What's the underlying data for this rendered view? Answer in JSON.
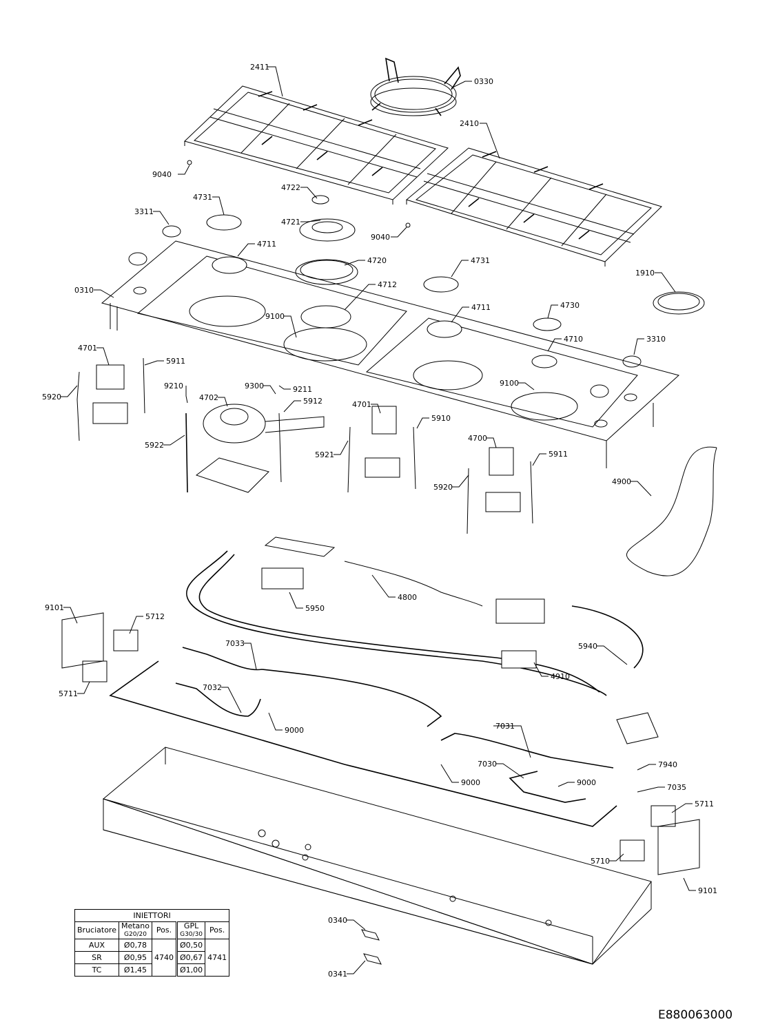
{
  "drawing_code": "E880063000",
  "part_labels": [
    "2411",
    "0330",
    "2410",
    "9040",
    "4722",
    "4731",
    "4721",
    "9040",
    "3311",
    "4711",
    "4720",
    "4731",
    "1910",
    "0310",
    "4712",
    "4730",
    "4711",
    "9100",
    "4710",
    "3310",
    "4701",
    "5911",
    "5920",
    "9210",
    "9300",
    "9211",
    "4702",
    "5912",
    "4701",
    "5910",
    "9100",
    "5922",
    "5921",
    "4700",
    "5911",
    "5920",
    "4900",
    "4800",
    "5950",
    "9101",
    "5712",
    "7033",
    "5940",
    "4910",
    "5711",
    "7032",
    "9000",
    "7031",
    "7940",
    "7030",
    "9000",
    "9000",
    "7035",
    "5711",
    "5710",
    "9101",
    "0340",
    "0341"
  ],
  "injector_table": {
    "title": "INIETTORI",
    "headers": {
      "burner": "Bruciatore",
      "metano": "Metano",
      "metano_sub": "G20/20",
      "pos1": "Pos.",
      "gpl": "GPL",
      "gpl_sub": "G30/30",
      "pos2": "Pos."
    },
    "rows": [
      {
        "burner": "AUX",
        "metano": "Ø0,78",
        "gpl": "Ø0,50"
      },
      {
        "burner": "SR",
        "metano": "Ø0,95",
        "gpl": "Ø0,67"
      },
      {
        "burner": "TC",
        "metano": "Ø1,45",
        "gpl": "Ø1,00"
      }
    ],
    "pos_metano": "4740",
    "pos_gpl": "4741"
  }
}
